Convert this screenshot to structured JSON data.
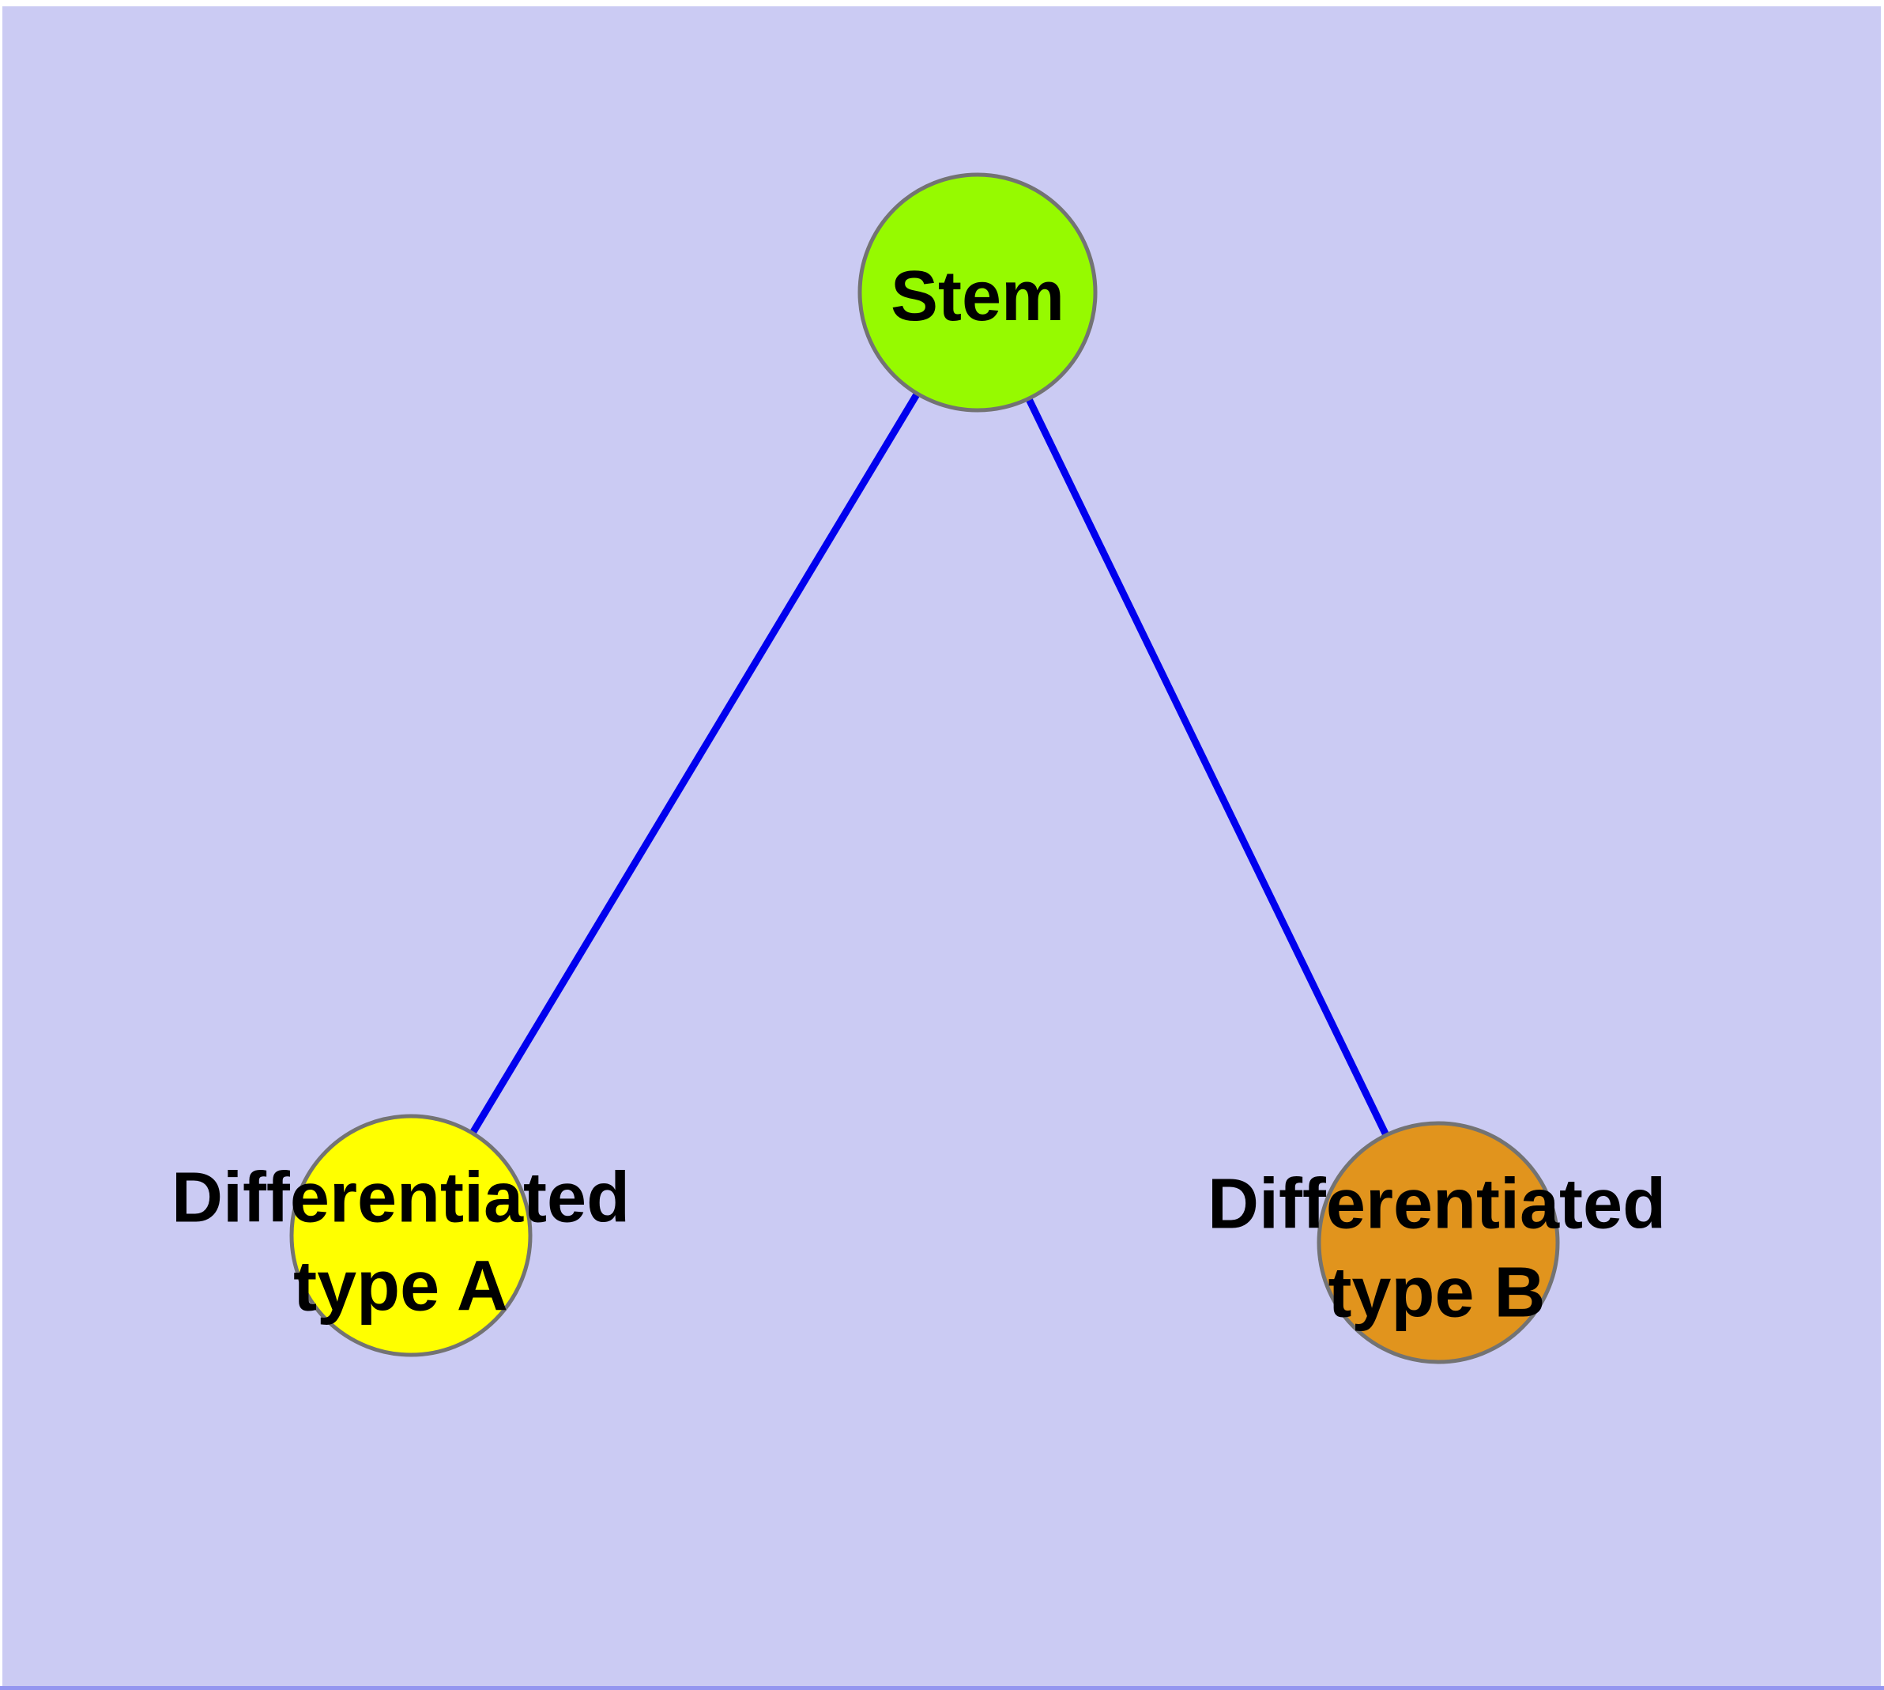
{
  "colors": {
    "page_frame": "#FFFFFF",
    "plot_background": "#CBCBF3",
    "edge": "#0000EE",
    "node_border": "#737373",
    "label_text": "#000000",
    "bottom_edge_strip": "#9496F0"
  },
  "graph": {
    "nodes": {
      "stem": {
        "label": "Stem",
        "color": "#96FA00"
      },
      "type_a": {
        "label": "Differentiated\ntype A",
        "color": "#FFFF00"
      },
      "type_b": {
        "label": "Differentiated\ntype B",
        "color": "#E1941D"
      }
    },
    "edges": [
      {
        "from": "Stem",
        "to": "Differentiated type A"
      },
      {
        "from": "Stem",
        "to": "Differentiated type B"
      }
    ]
  }
}
